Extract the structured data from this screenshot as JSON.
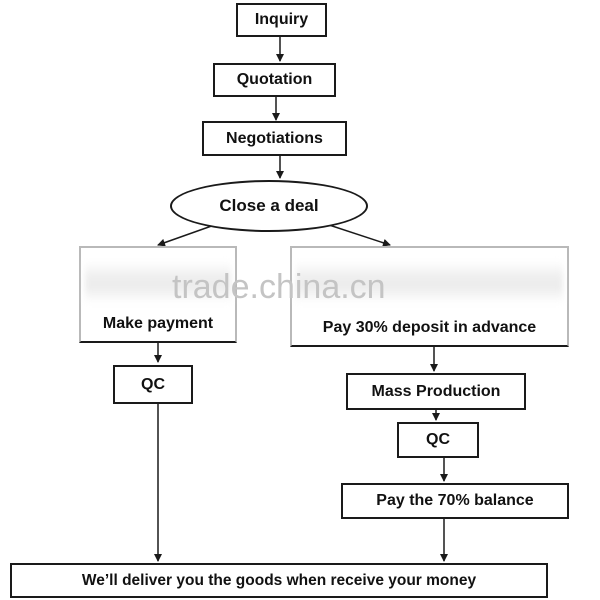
{
  "diagram": {
    "nodes": {
      "inquiry": "Inquiry",
      "quotation": "Quotation",
      "negotiations": "Negotiations",
      "close_deal": "Close a deal",
      "make_payment": "Make payment",
      "qc_left": "QC",
      "pay_deposit": "Pay 30% deposit in advance",
      "mass_production": "Mass Production",
      "qc_right": "QC",
      "pay_balance": "Pay the 70% balance",
      "deliver": "We’ll deliver you the goods when receive your money"
    },
    "watermark": "trade.china.cn"
  }
}
